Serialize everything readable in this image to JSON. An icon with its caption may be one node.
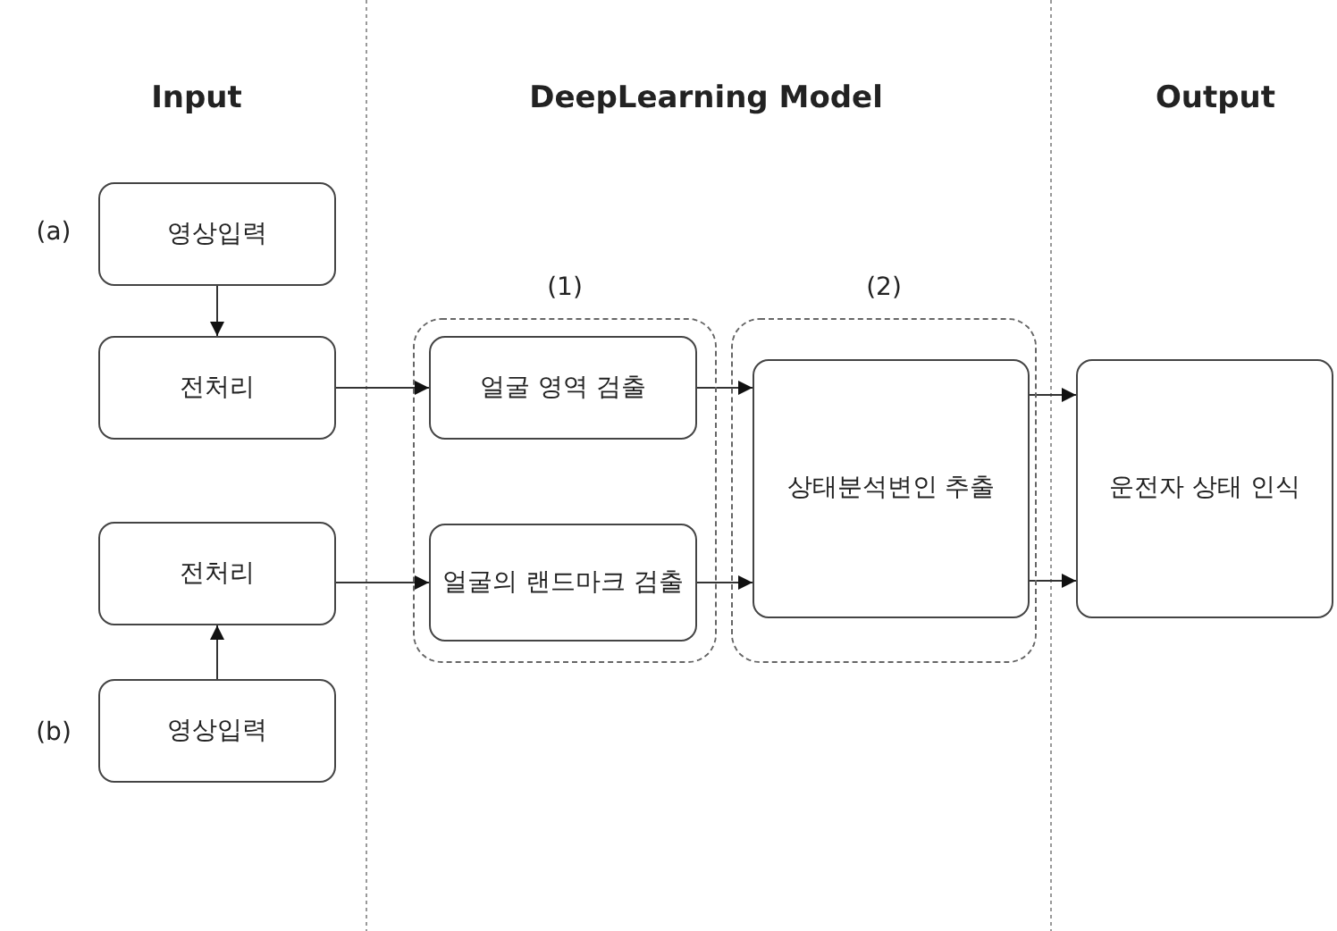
{
  "diagram": {
    "nodes": [
      {
        "text": [
          "영상입력"
        ]
      },
      {
        "text": [
          "전처리"
        ]
      },
      {
        "text": [
          "(1)"
        ]
      },
      {
        "text": [
          "얼굴 영역 검출"
        ],
        "in": 2
      },
      {
        "text": [
          "얼굴의 랜드마크 검출"
        ],
        "in": 2
      },
      {
        "text": [
          "(2)"
        ]
      },
      {
        "text": [
          "상태분석변인 추출"
        ],
        "in": 5
      },
      {
        "text": [
          "운전자 상태 인식"
        ]
      },
      {
        "text": [
          "전처리"
        ]
      },
      {
        "text": [
          "영상입력"
        ]
      }
    ],
    "edges": [
      {
        "from": 0,
        "to": 1,
        "arrow": "to"
      },
      {
        "from": 1,
        "to": 3,
        "arrow": "to"
      },
      {
        "from": 9,
        "to": 8,
        "arrow": "to"
      },
      {
        "from": 8,
        "to": 4,
        "arrow": "to"
      },
      {
        "from": 3,
        "to": 6,
        "arrow": "to"
      },
      {
        "from": 4,
        "to": 6,
        "arrow": "to"
      },
      {
        "from": 6,
        "to": 7,
        "arrow": "to"
      },
      {
        "from": 6,
        "to": 7,
        "arrow": "to"
      }
    ],
    "labels": [
      "Input",
      "DeepLearning Model",
      "Output",
      "(a)",
      "(b)"
    ]
  }
}
